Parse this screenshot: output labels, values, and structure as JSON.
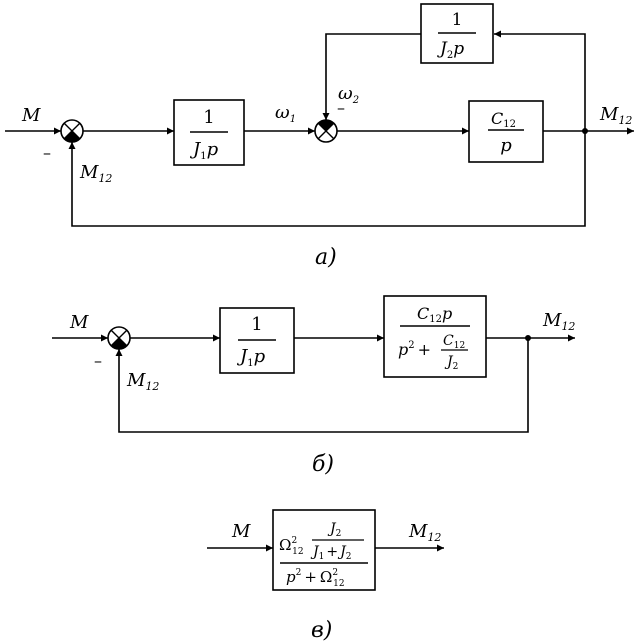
{
  "diagram_a": {
    "caption": "а)",
    "input": "M",
    "output": {
      "base": "M",
      "sub": "12"
    },
    "feedback": {
      "base": "M",
      "sub": "12"
    },
    "minus1": "–",
    "minus2": "–",
    "omega1": {
      "base": "ω",
      "sub": "1"
    },
    "omega2": {
      "base": "ω",
      "sub": "2"
    },
    "block1": {
      "num": "1",
      "den_J": "J",
      "den_sub": "1",
      "den_p": "p"
    },
    "block2": {
      "num_C": "C",
      "num_sub": "12",
      "den": "p"
    },
    "block3": {
      "num": "1",
      "den_J": "J",
      "den_sub": "2",
      "den_p": "p"
    }
  },
  "diagram_b": {
    "caption": "б)",
    "input": "M",
    "output": {
      "base": "M",
      "sub": "12"
    },
    "feedback": {
      "base": "M",
      "sub": "12"
    },
    "minus": "–",
    "block1": {
      "num": "1",
      "den_J": "J",
      "den_sub": "1",
      "den_p": "p"
    },
    "block2": {
      "num_C": "C",
      "num_sub": "12",
      "num_p": "p",
      "den_p": "p",
      "den_exp": "2",
      "den_plus": "+",
      "frac_num_C": "C",
      "frac_num_sub": "12",
      "frac_den_J": "J",
      "frac_den_sub": "2"
    }
  },
  "diagram_c": {
    "caption": "в)",
    "input": "M",
    "output": {
      "base": "M",
      "sub": "12"
    },
    "block": {
      "omega": "Ω",
      "omega_exp": "2",
      "omega_sub": "12",
      "inner_num_J": "J",
      "inner_num_sub": "2",
      "inner_den_J1": "J",
      "inner_den_sub1": "1",
      "inner_den_plus": "+",
      "inner_den_J2": "J",
      "inner_den_sub2": "2",
      "den_p": "p",
      "den_exp": "2",
      "den_plus": "+",
      "den_omega": "Ω",
      "den_omega_exp": "2",
      "den_omega_sub": "12"
    }
  }
}
